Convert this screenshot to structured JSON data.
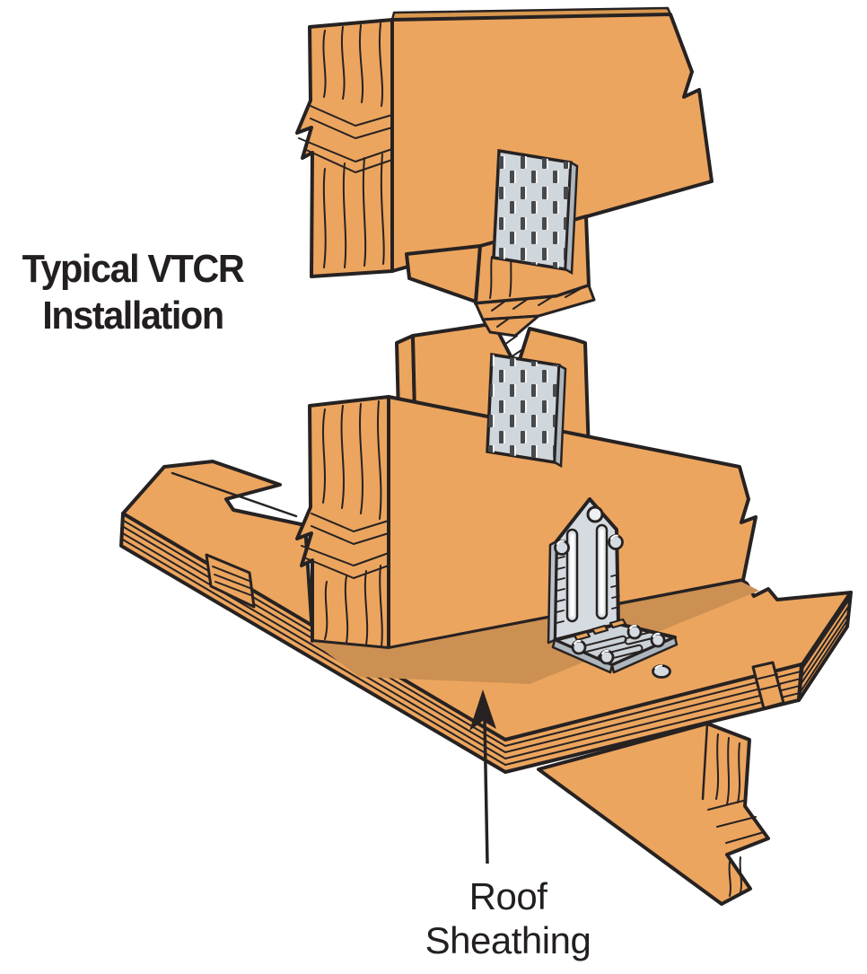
{
  "figure": {
    "title": {
      "line1": "Typical VTCR",
      "line2": "Installation"
    },
    "callout": {
      "line1": "Roof",
      "line2": "Sheathing"
    }
  },
  "colors": {
    "background": "#FFFFFF",
    "wood": "#ECA55E",
    "wood_shadow": "#CC9052",
    "outline": "#272222",
    "metal_face": "#D5DBE1",
    "metal_base": "#CBD2D8",
    "metal_edge": "#AEB6BD",
    "plate": "#CFD6DC",
    "plate_slot": "#47494B",
    "text": "#231F20"
  },
  "icons": {
    "arrow": "up-arrow-pointer"
  }
}
